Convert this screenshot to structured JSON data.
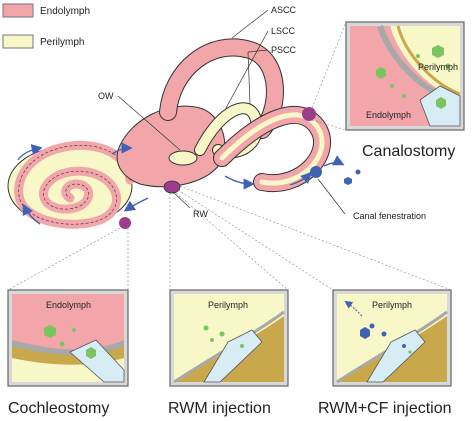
{
  "legend": {
    "items": [
      {
        "label": "Endolymph",
        "color": "#f3a6aa"
      },
      {
        "label": "Perilymph",
        "color": "#f8f7c8"
      }
    ]
  },
  "structures": {
    "ascc": "ASCC",
    "lscc": "LSCC",
    "pscc": "PSCC",
    "ow": "OW",
    "rw": "RW",
    "canal_fenestration": "Canal fenestration"
  },
  "panels": {
    "canalostomy": {
      "title": "Canalostomy",
      "endolymph": "Endolymph",
      "perilymph": "Perilymph"
    },
    "cochleostomy": {
      "title": "Cochleostomy",
      "endolymph": "Endolymph"
    },
    "rwm_injection": {
      "title": "RWM injection",
      "perilymph": "Perilymph"
    },
    "rwm_cf_injection": {
      "title": "RWM+CF injection",
      "perilymph": "Perilymph"
    }
  },
  "colors": {
    "endolymph": "#f3a6aa",
    "perilymph": "#f8f7c8",
    "bone": "#c9a84b",
    "membrane": "#a8a8a8",
    "drug_green": "#7cc460",
    "drug_blue": "#3f63b3",
    "needle": "#d7edf5",
    "window_purple": "#9c3d8c",
    "panel_frame": "#c4c4c4"
  }
}
